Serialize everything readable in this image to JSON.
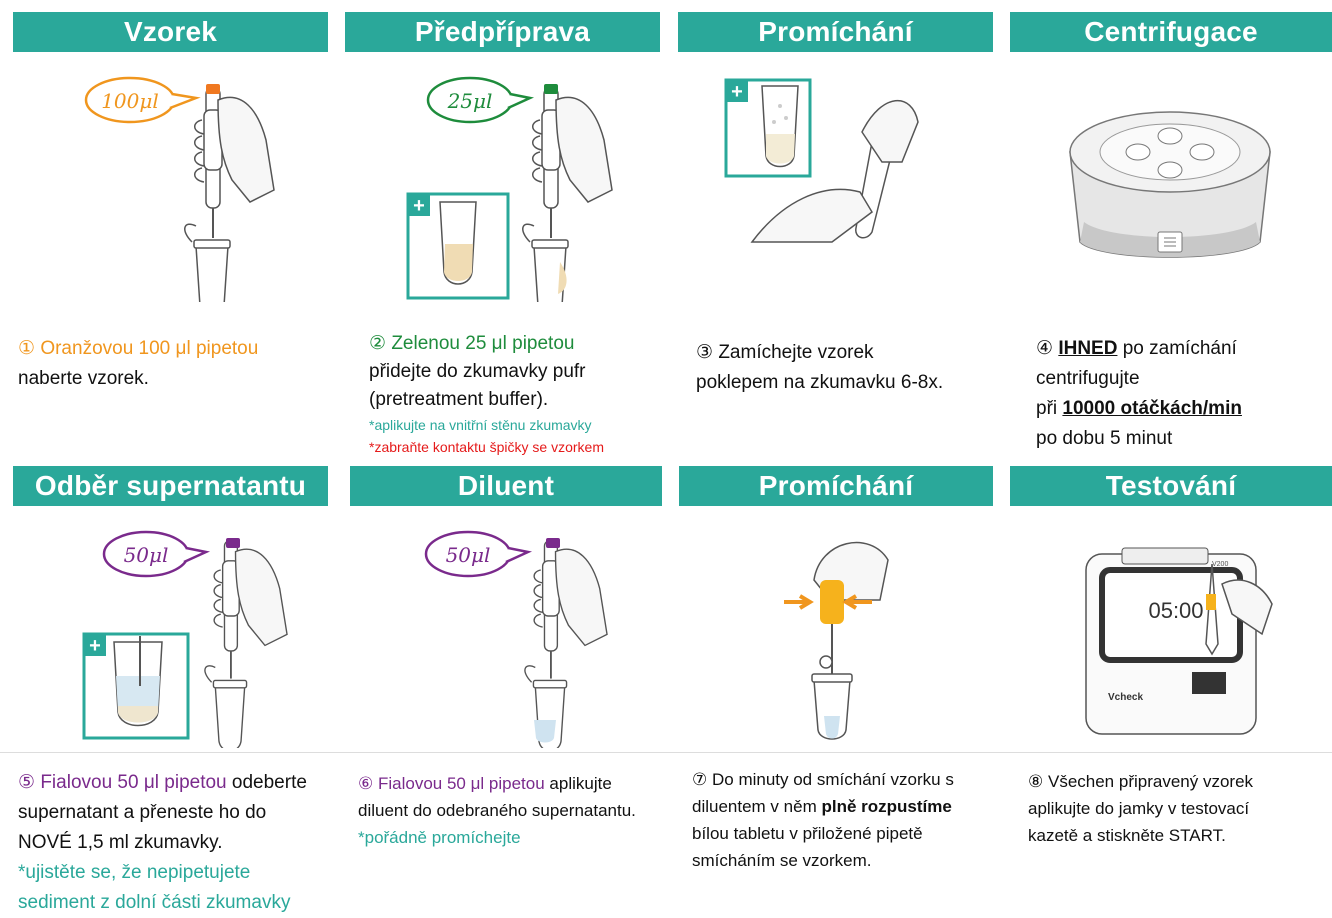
{
  "headers": {
    "h1": "Vzorek",
    "h2": "Předpříprava",
    "h3": "Promíchání",
    "h4": "Centrifugace",
    "h5": "Odběr supernatantu",
    "h6": "Diluent",
    "h7": "Promíchání",
    "h8": "Testování"
  },
  "bubbles": {
    "b1": "100μl",
    "b2": "25μl",
    "b5": "50μl",
    "b6": "50μl"
  },
  "device": {
    "timer": "05:00",
    "brand": "Vcheck",
    "model": "V200"
  },
  "steps": {
    "s1": {
      "num": "①",
      "highlight": "Oranžovou 100 μl pipetou",
      "rest": "naberte vzorek."
    },
    "s2": {
      "num": "②",
      "highlight": "Zelenou 25 μl pipetou",
      "l2": "přidejte do zkumavky pufr",
      "l3": "(pretreatment buffer).",
      "note1": "*aplikujte na vnitřní stěnu zkumavky",
      "note2": "*zabraňte kontaktu špičky se vzorkem"
    },
    "s3": {
      "num": "③",
      "l1": "Zamíchejte vzorek",
      "l2": "poklepem na zkumavku 6-8x."
    },
    "s4": {
      "num": "④",
      "bold1": "IHNED",
      "l1": "po zamíchání",
      "l2": "centrifugujte",
      "l3a": "při",
      "bold2": "10000 otáčkách/min",
      "l4": "po dobu 5 minut"
    },
    "s5": {
      "num": "⑤",
      "highlight": "Fialovou 50 μl pipetou",
      "l1b": "odeberte",
      "l2": "supernatant a přeneste ho do",
      "l3": "NOVÉ 1,5 ml zkumavky.",
      "note1": "*ujistěte se, že nepipetujete",
      "note2": "sediment z dolní části zkumavky"
    },
    "s6": {
      "num": "⑥",
      "highlight": "Fialovou 50 μl pipetou",
      "l1b": "aplikujte",
      "l2": "diluent do odebraného supernatantu.",
      "note": "*pořádně promíchejte"
    },
    "s7": {
      "num": "⑦",
      "l1": "Do minuty od smíchání vzorku s",
      "l2a": "diluentem v něm",
      "bold": "plně rozpustíme",
      "l3": "bílou tabletu v přiložené pipetě",
      "l4": "smícháním se vzorkem."
    },
    "s8": {
      "num": "⑧",
      "l1": "Všechen připravený vzorek",
      "l2": "aplikujte do jamky v testovací",
      "l3": "kazetě a stiskněte START."
    }
  },
  "colors": {
    "header": "#2aa89a",
    "orange": "#f0961e",
    "green": "#1e8c3c",
    "purple": "#7a2a8c",
    "teal": "#2aa89a",
    "red": "#e51a1a"
  }
}
